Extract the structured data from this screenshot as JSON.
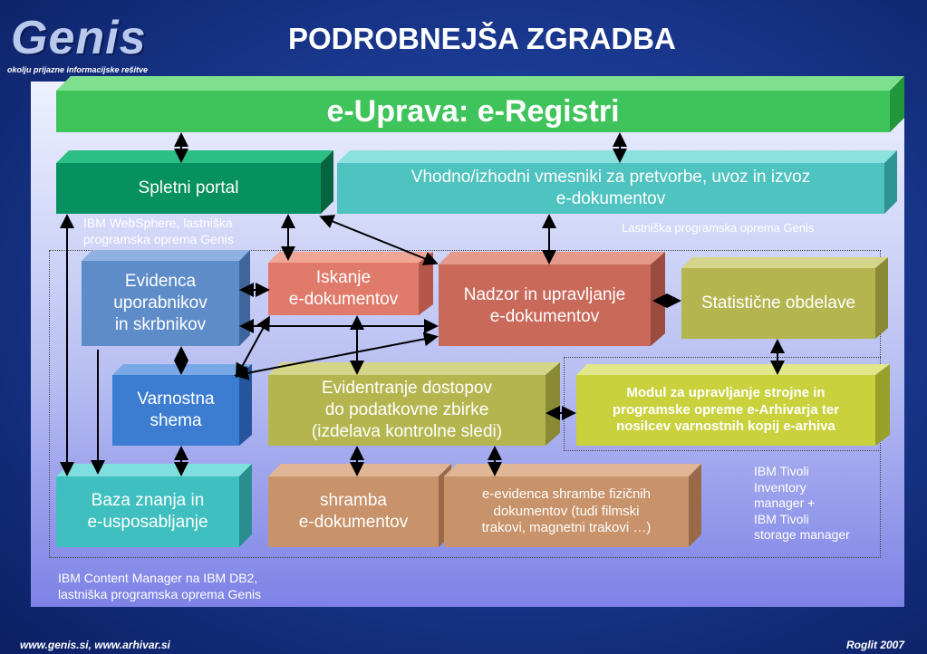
{
  "header": {
    "logo_text": "Genis",
    "logo_tagline": "okolju prijazne informacijske rešitve",
    "title": "PODROBNEJŠA ZGRADBA"
  },
  "diagram": {
    "top_bar": "e-Uprava: e-Registri",
    "spletni_portal": "Spletni portal",
    "vhodno_izhodni": [
      "Vhodno/izhodni vmesniki za pretvorbe, uvoz in izvoz",
      "e-dokumentov"
    ],
    "evidenca": [
      "Evidenca",
      "uporabnikov",
      "in skrbnikov"
    ],
    "iskanje": [
      "Iskanje",
      "e-dokumentov"
    ],
    "nadzor": [
      "Nadzor in upravljanje",
      "e-dokumentov"
    ],
    "statisticne": "Statistične obdelave",
    "varnostna": [
      "Varnostna",
      "shema"
    ],
    "evidentiranje": [
      "Evidentranje dostopov",
      "do podatkovne zbirke",
      "(izdelava kontrolne sledi)"
    ],
    "modul": [
      "Modul za upravljanje strojne in",
      "programske opreme e-Arhivarja ter",
      "nosilcev varnostnih kopij e-arhiva"
    ],
    "baza_znanja": [
      "Baza znanja in",
      "e-usposabljanje"
    ],
    "shramba": [
      "shramba",
      "e-dokumentov"
    ],
    "e_evidenca": [
      "e-evidenca shrambe fizičnih",
      "dokumentov (tudi filmski",
      "trakovi, magnetni trakovi …)"
    ]
  },
  "notes": {
    "websphere": [
      "IBM WebSphere, lastniška",
      "programska oprema Genis"
    ],
    "lastniska": "Lastniška programska oprema Genis",
    "tivoli": [
      "IBM Tivoli",
      "Inventory",
      "manager +",
      "IBM Tivoli",
      "storage manager"
    ],
    "content_manager": [
      "IBM Content Manager na IBM DB2,",
      "lastniška programska oprema Genis"
    ]
  },
  "footer": {
    "left": "www.genis.si, www.arhivar.si",
    "right": "Roglit 2007"
  },
  "colors": {
    "green_bar": "#3ec45a",
    "portal": "#079160",
    "teal": "#4ec3c0",
    "blue_box": "#5e8cc8",
    "salmon": "#e07a6a",
    "red_box": "#c8695a",
    "olive": "#b5b550",
    "yellow_box": "#c9d23c",
    "bright_blue": "#3c7dd2",
    "cyan_box": "#3fbfbf",
    "tan_box": "#c8926a"
  }
}
